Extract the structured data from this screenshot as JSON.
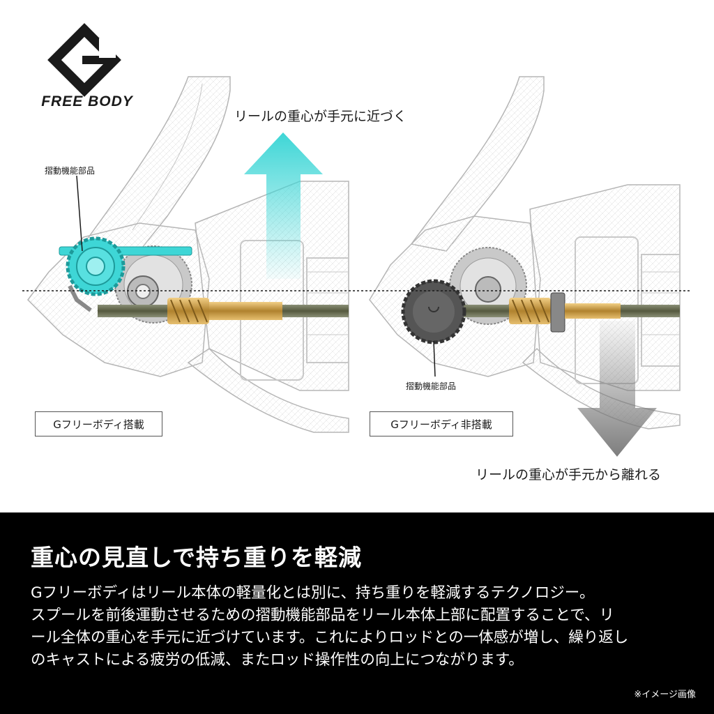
{
  "logo": {
    "text": "FREE BODY"
  },
  "figure": {
    "callout_top": "リールの重心が手元に近づく",
    "callout_bottom": "リールの重心が手元から離れる",
    "part_label_left": "摺動機能部品",
    "part_label_right": "摺動機能部品",
    "config_with": "Gフリーボディ搭載",
    "config_without": "Gフリーボディ非搭載"
  },
  "colors": {
    "accent_teal": "#3ed6d6",
    "arrow_gray": "#777777",
    "background_dark": "#000000"
  },
  "info": {
    "headline": "重心の見直しで持ち重りを軽減",
    "body_lines": [
      "Gフリーボディはリール本体の軽量化とは別に、持ち重りを軽減するテクノロジー。",
      "スプールを前後運動させるための摺動機能部品をリール本体上部に配置することで、リ",
      "ール全体の重心を手元に近づけています。これによりロッドとの一体感が増し、繰り返し",
      "のキャストによる疲労の低減、またロッド操作性の向上につながります。"
    ],
    "note": "※イメージ画像"
  }
}
